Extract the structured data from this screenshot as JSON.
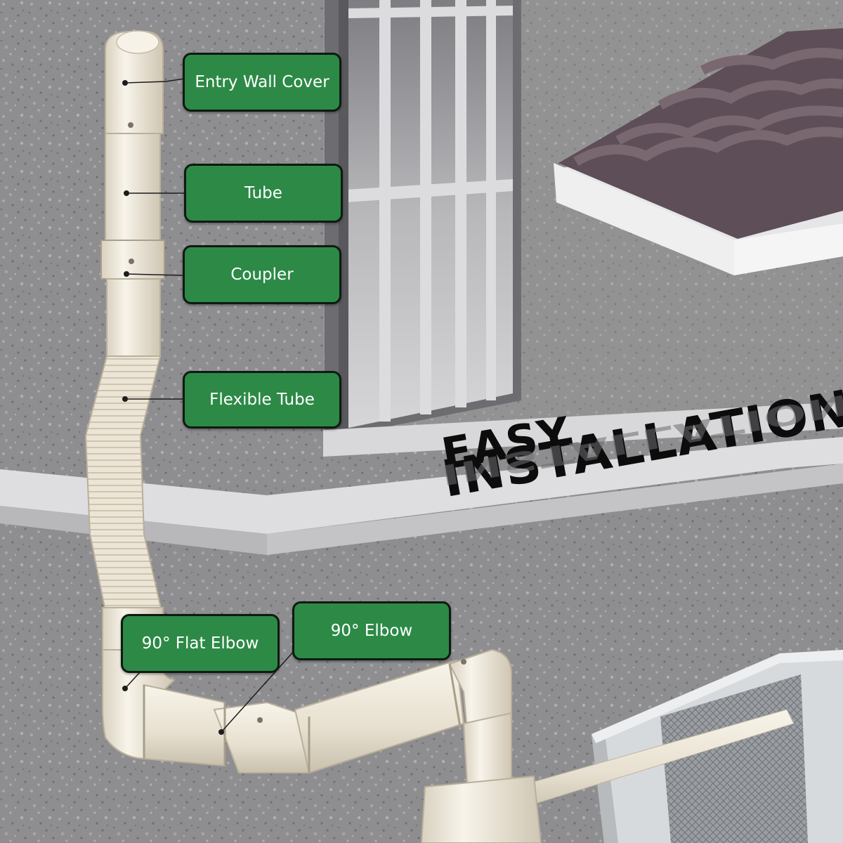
{
  "labels": {
    "entry_wall_cover": "Entry Wall Cover",
    "tube": "Tube",
    "coupler": "Coupler",
    "flexible_tube": "Flexible Tube",
    "flat_elbow": "90° Flat Elbow",
    "elbow": "90° Elbow"
  },
  "headline": {
    "line1": "EASY",
    "line2": "INSTALLATION"
  },
  "colors": {
    "label_fill": "#2c8a46",
    "label_text": "#ffffff",
    "headline": "#0c0c0c",
    "wall": "#8c8c8e",
    "pipe": "#efe9dc"
  }
}
